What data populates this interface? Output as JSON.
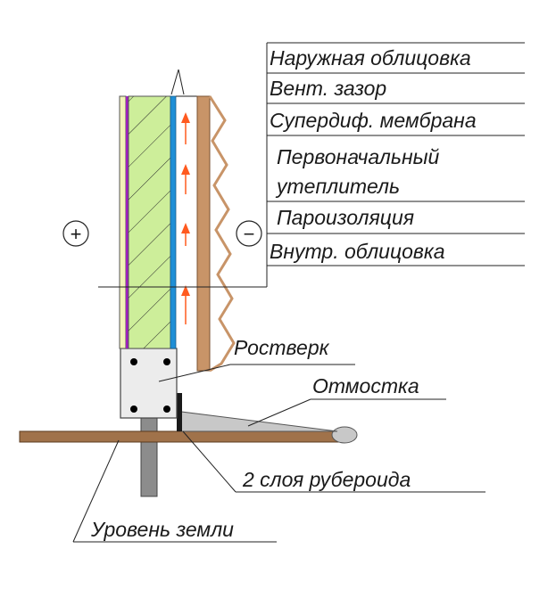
{
  "labels": {
    "outer_cladding": "Наружная облицовка",
    "vent_gap": "Вент. зазор",
    "superdiff_membrane": "Супердиф. мембрана",
    "primary_insulation_line1": "Первоначальный",
    "primary_insulation_line2": "утеплитель",
    "vapor_barrier": "Пароизоляция",
    "inner_cladding": "Внутр. облицовка",
    "grillage": "Ростверк",
    "blind_area": "Отмостка",
    "roofing_felt": "2 слоя рубероида",
    "ground_level": "Уровень земли"
  },
  "signs": {
    "plus": "+",
    "minus": "−"
  },
  "colors": {
    "outer_cladding": "#f2f2b8",
    "insulation": "#cdee9a",
    "membrane": "#1f8fd6",
    "vapor_barrier": "#a020c0",
    "inner_cladding": "#c89468",
    "airflow_arrow": "#ff5a1f",
    "grillage": "#ececec",
    "blind_area": "#c8c8c8",
    "ground": "#a0724a",
    "pile": "#8c8c8c",
    "felt": "#1a1a1a"
  },
  "icons": {
    "airflow": "up-arrow-icon",
    "bolt": "bolt-dot-icon"
  }
}
